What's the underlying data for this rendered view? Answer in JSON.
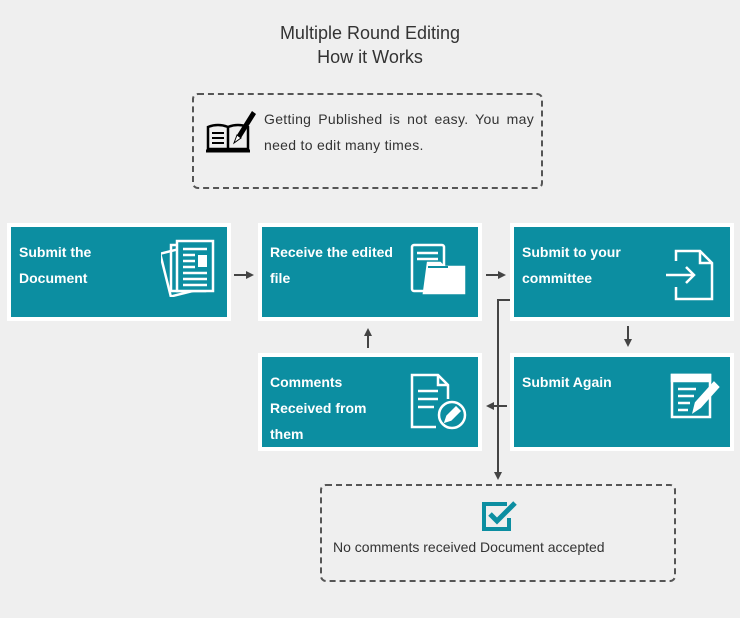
{
  "title_line1": "Multiple Round Editing",
  "title_line2": "How it Works",
  "note": {
    "text": "Getting Published is not easy. You may need to edit many times.",
    "icon": "book-pen-icon"
  },
  "steps": [
    {
      "label": "Submit the Document",
      "icon": "newspaper-icon"
    },
    {
      "label": "Receive the edited file",
      "icon": "folder-documents-icon"
    },
    {
      "label": "Submit to your committee",
      "icon": "file-import-icon"
    },
    {
      "label": "Submit Again",
      "icon": "edit-form-icon"
    },
    {
      "label": "Comments Received from them",
      "icon": "document-edit-icon"
    }
  ],
  "final": {
    "text": "No comments received Document accepted",
    "icon": "checkbox-checked-icon"
  },
  "colors": {
    "box": "#0c8ea1",
    "background": "#efefef",
    "arrow": "#444444"
  }
}
